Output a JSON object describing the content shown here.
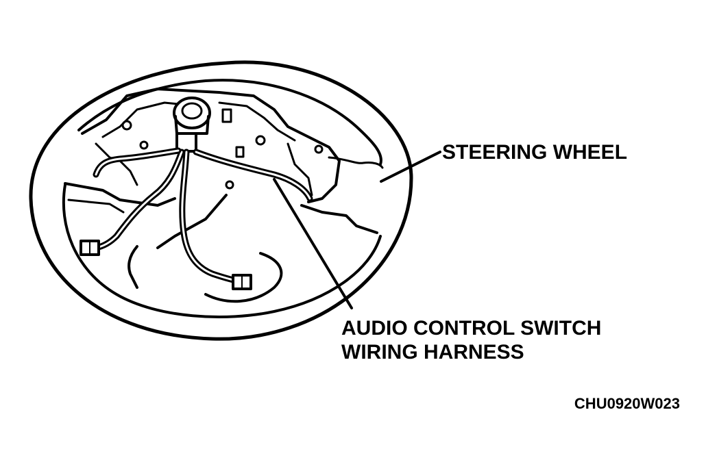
{
  "labels": {
    "steering_wheel": "STEERING WHEEL",
    "harness_line1": "AUDIO CONTROL SWITCH",
    "harness_line2": "WIRING HARNESS",
    "figure_code": "CHU0920W023"
  },
  "colors": {
    "ink": "#000000",
    "paper": "#ffffff"
  }
}
